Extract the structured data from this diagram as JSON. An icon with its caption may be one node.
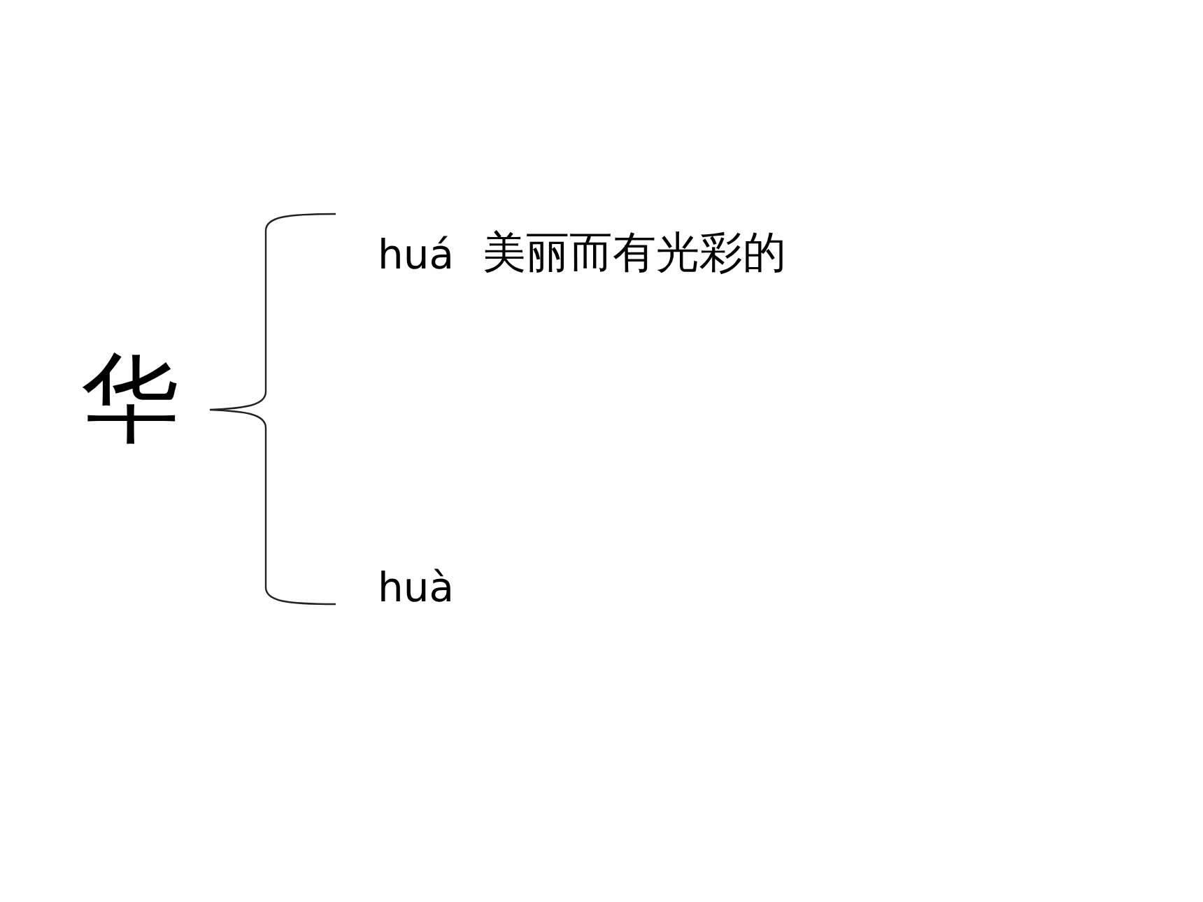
{
  "diagram": {
    "labels": [
      "华",
      "huá",
      "美丽而有光彩的",
      "huà"
    ]
  }
}
